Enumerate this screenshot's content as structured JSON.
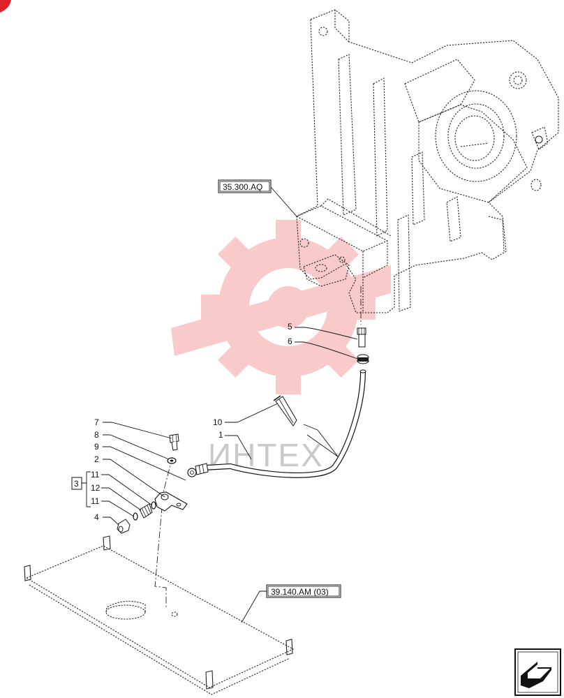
{
  "watermark": {
    "text": "ИНТЕХ",
    "color": "#f5a0a0"
  },
  "references": {
    "upper": "35.300.AQ",
    "lower": "39.140.AM (03)"
  },
  "callouts": {
    "c1": "1",
    "c2": "2",
    "c3": "3",
    "c4": "4",
    "c5": "5",
    "c6": "6",
    "c7": "7",
    "c8": "8",
    "c9": "9",
    "c10": "10",
    "c11a": "11",
    "c12": "12",
    "c11b": "11"
  },
  "icons": {
    "corner": "red-corner-mark",
    "nav": "next-page-arrow-icon"
  },
  "colors": {
    "line": "#222222",
    "accent": "#e0202a"
  }
}
